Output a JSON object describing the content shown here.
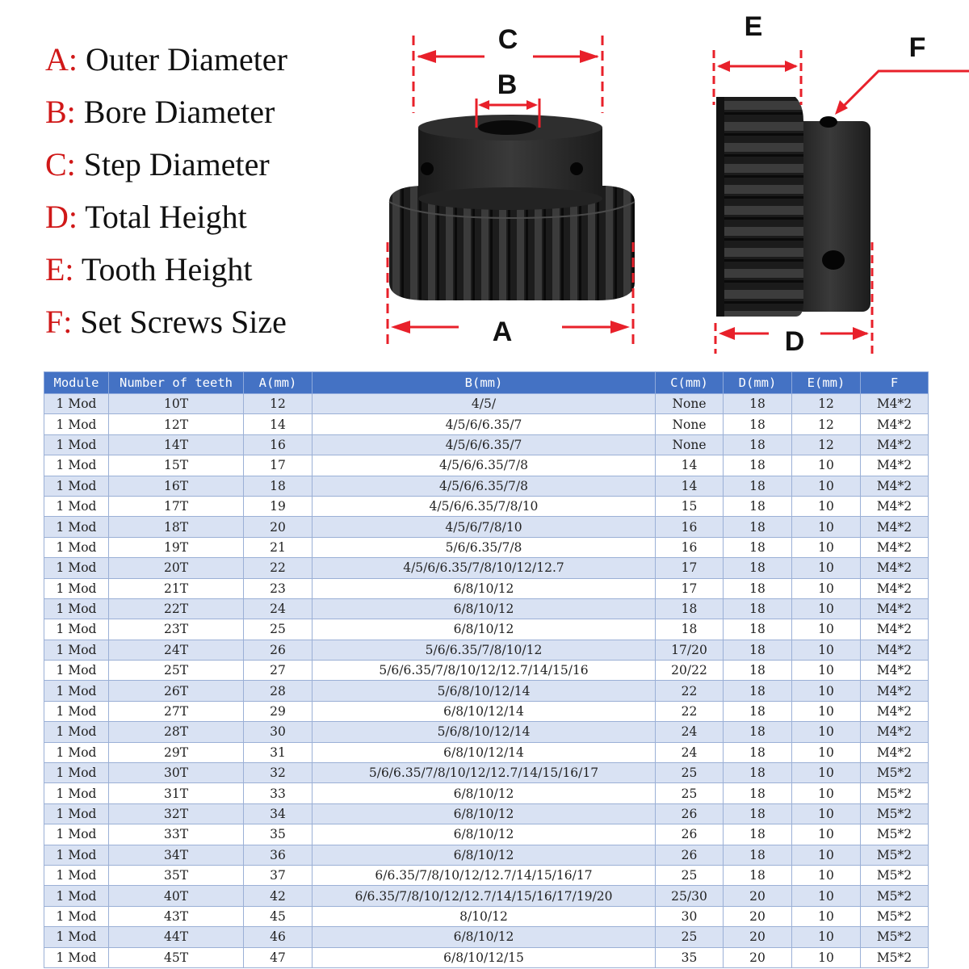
{
  "legend": [
    {
      "letter": "A:",
      "text": "Outer Diameter"
    },
    {
      "letter": "B:",
      "text": "Bore Diameter"
    },
    {
      "letter": "C:",
      "text": "Step Diameter"
    },
    {
      "letter": "D:",
      "text": "Total Height"
    },
    {
      "letter": "E:",
      "text": "Tooth Height"
    },
    {
      "letter": "F:",
      "text": "Set Screws Size"
    }
  ],
  "diagram_labels": {
    "A": "A",
    "B": "B",
    "C": "C",
    "D": "D",
    "E": "E",
    "F": "F"
  },
  "colors": {
    "dimension_red": "#e8202a",
    "header_blue": "#4472c4",
    "row_band": "#d9e2f3"
  },
  "table": {
    "headers": [
      "Module",
      "Number of teeth",
      "A(mm)",
      "B(mm)",
      "C(mm)",
      "D(mm)",
      "E(mm)",
      "F"
    ],
    "rows": [
      [
        "1 Mod",
        "10T",
        "12",
        "4/5/",
        "None",
        "18",
        "12",
        "M4*2"
      ],
      [
        "1 Mod",
        "12T",
        "14",
        "4/5/6/6.35/7",
        "None",
        "18",
        "12",
        "M4*2"
      ],
      [
        "1 Mod",
        "14T",
        "16",
        "4/5/6/6.35/7",
        "None",
        "18",
        "12",
        "M4*2"
      ],
      [
        "1 Mod",
        "15T",
        "17",
        "4/5/6/6.35/7/8",
        "14",
        "18",
        "10",
        "M4*2"
      ],
      [
        "1 Mod",
        "16T",
        "18",
        "4/5/6/6.35/7/8",
        "14",
        "18",
        "10",
        "M4*2"
      ],
      [
        "1 Mod",
        "17T",
        "19",
        "4/5/6/6.35/7/8/10",
        "15",
        "18",
        "10",
        "M4*2"
      ],
      [
        "1 Mod",
        "18T",
        "20",
        "4/5/6/7/8/10",
        "16",
        "18",
        "10",
        "M4*2"
      ],
      [
        "1 Mod",
        "19T",
        "21",
        "5/6/6.35/7/8",
        "16",
        "18",
        "10",
        "M4*2"
      ],
      [
        "1 Mod",
        "20T",
        "22",
        "4/5/6/6.35/7/8/10/12/12.7",
        "17",
        "18",
        "10",
        "M4*2"
      ],
      [
        "1 Mod",
        "21T",
        "23",
        "6/8/10/12",
        "17",
        "18",
        "10",
        "M4*2"
      ],
      [
        "1 Mod",
        "22T",
        "24",
        "6/8/10/12",
        "18",
        "18",
        "10",
        "M4*2"
      ],
      [
        "1 Mod",
        "23T",
        "25",
        "6/8/10/12",
        "18",
        "18",
        "10",
        "M4*2"
      ],
      [
        "1 Mod",
        "24T",
        "26",
        "5/6/6.35/7/8/10/12",
        "17/20",
        "18",
        "10",
        "M4*2"
      ],
      [
        "1 Mod",
        "25T",
        "27",
        "5/6/6.35/7/8/10/12/12.7/14/15/16",
        "20/22",
        "18",
        "10",
        "M4*2"
      ],
      [
        "1 Mod",
        "26T",
        "28",
        "5/6/8/10/12/14",
        "22",
        "18",
        "10",
        "M4*2"
      ],
      [
        "1 Mod",
        "27T",
        "29",
        "6/8/10/12/14",
        "22",
        "18",
        "10",
        "M4*2"
      ],
      [
        "1 Mod",
        "28T",
        "30",
        "5/6/8/10/12/14",
        "24",
        "18",
        "10",
        "M4*2"
      ],
      [
        "1 Mod",
        "29T",
        "31",
        "6/8/10/12/14",
        "24",
        "18",
        "10",
        "M4*2"
      ],
      [
        "1 Mod",
        "30T",
        "32",
        "5/6/6.35/7/8/10/12/12.7/14/15/16/17",
        "25",
        "18",
        "10",
        "M5*2"
      ],
      [
        "1 Mod",
        "31T",
        "33",
        "6/8/10/12",
        "25",
        "18",
        "10",
        "M5*2"
      ],
      [
        "1 Mod",
        "32T",
        "34",
        "6/8/10/12",
        "26",
        "18",
        "10",
        "M5*2"
      ],
      [
        "1 Mod",
        "33T",
        "35",
        "6/8/10/12",
        "26",
        "18",
        "10",
        "M5*2"
      ],
      [
        "1 Mod",
        "34T",
        "36",
        "6/8/10/12",
        "26",
        "18",
        "10",
        "M5*2"
      ],
      [
        "1 Mod",
        "35T",
        "37",
        "6/6.35/7/8/10/12/12.7/14/15/16/17",
        "25",
        "18",
        "10",
        "M5*2"
      ],
      [
        "1 Mod",
        "40T",
        "42",
        "6/6.35/7/8/10/12/12.7/14/15/16/17/19/20",
        "25/30",
        "20",
        "10",
        "M5*2"
      ],
      [
        "1 Mod",
        "43T",
        "45",
        "8/10/12",
        "30",
        "20",
        "10",
        "M5*2"
      ],
      [
        "1 Mod",
        "44T",
        "46",
        "6/8/10/12",
        "25",
        "20",
        "10",
        "M5*2"
      ],
      [
        "1 Mod",
        "45T",
        "47",
        "6/8/10/12/15",
        "35",
        "20",
        "10",
        "M5*2"
      ]
    ]
  }
}
